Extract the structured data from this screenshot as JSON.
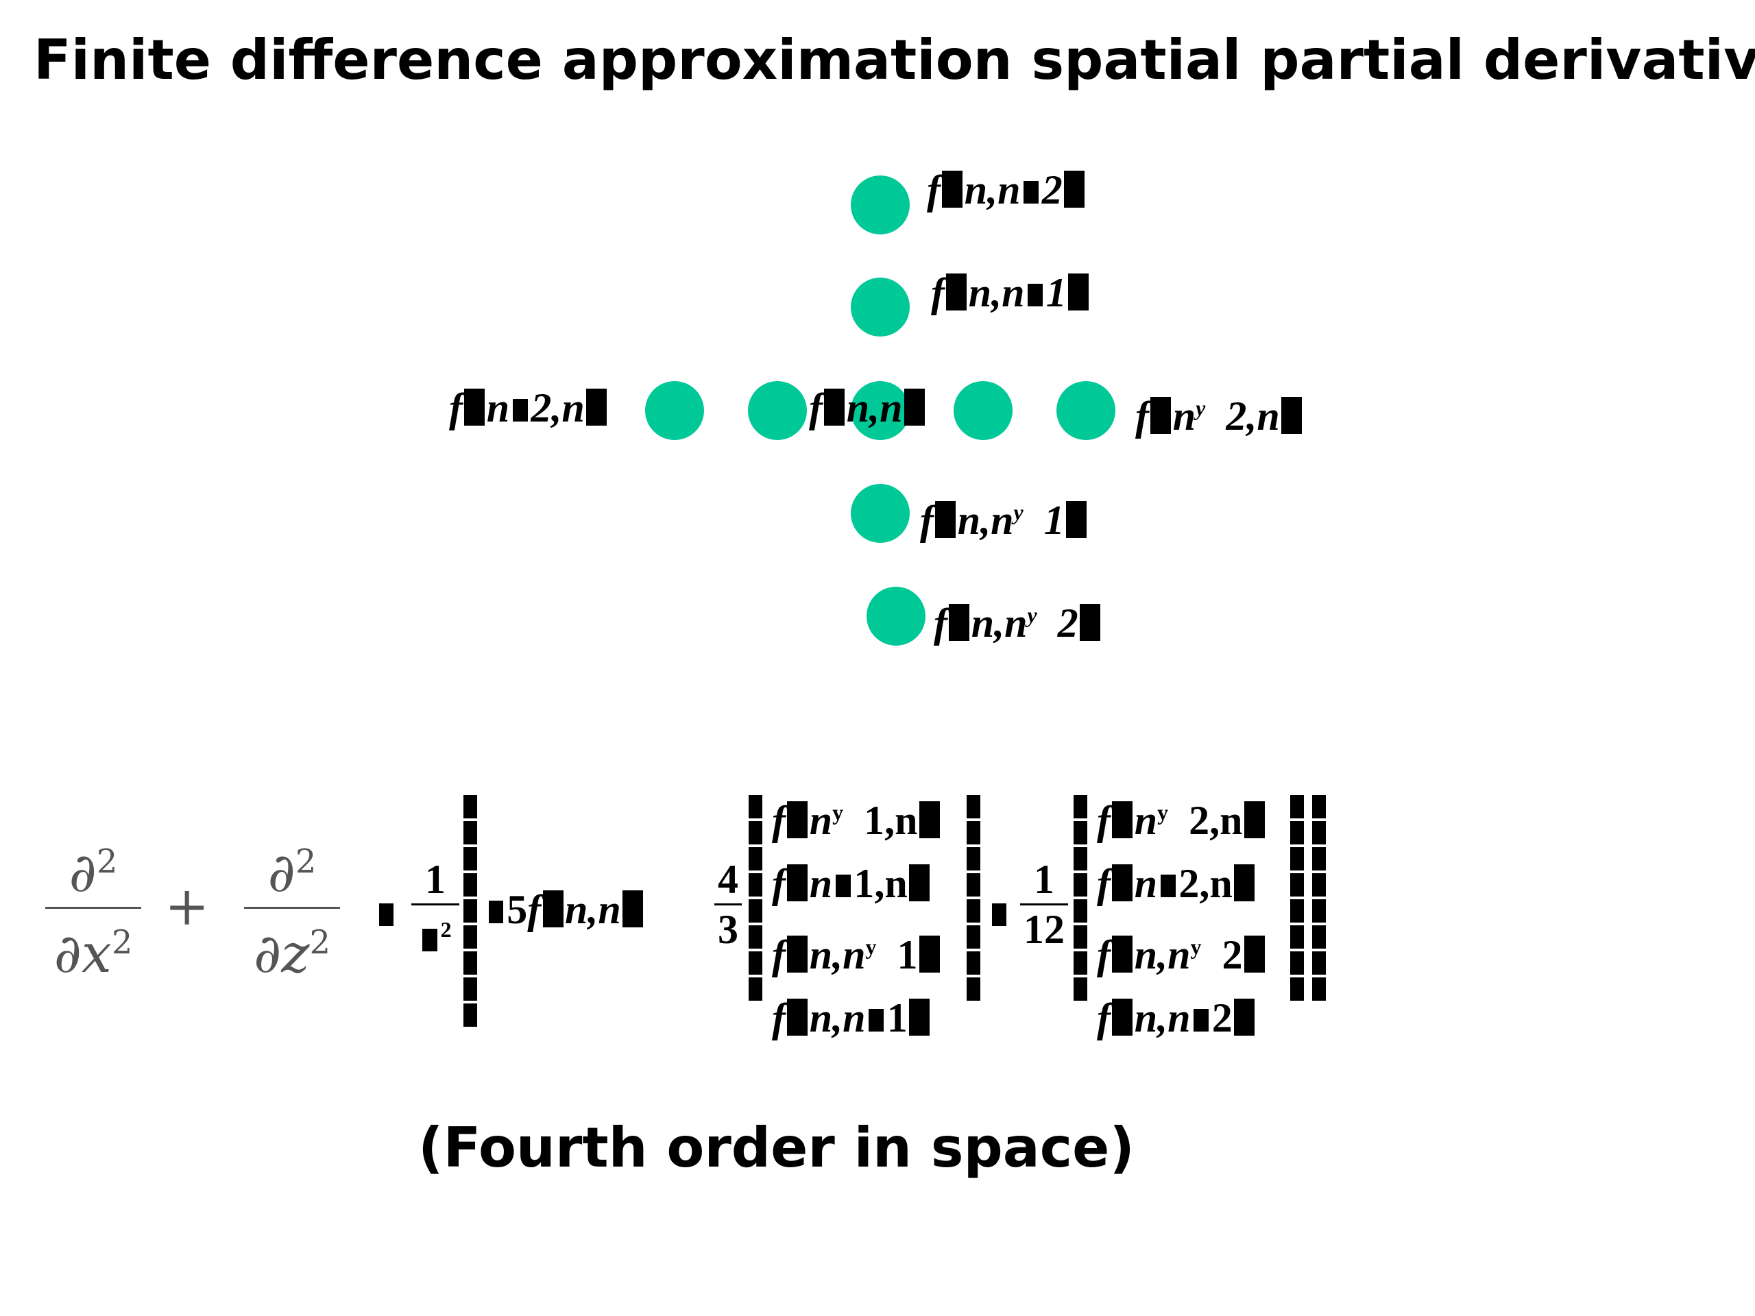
{
  "title": "Finite difference approximation spatial partial derivatives",
  "subtitle": "(Fourth order in space)",
  "accent_color": "#00c896",
  "stencil_labels": {
    "top2": {
      "pre": "f",
      "mid": "n,n",
      "post": "2"
    },
    "top1": {
      "pre": "f",
      "mid": "n,n",
      "post": "1"
    },
    "left2": {
      "pre": "f",
      "mid": "n",
      "post": "2,n"
    },
    "center": {
      "pre": "f",
      "mid": "n,n",
      "post": ""
    },
    "right2": {
      "pre": "f",
      "mid": "n",
      "sup": "y",
      "post": "2,n"
    },
    "bottom1": {
      "pre": "f",
      "mid": "n,n",
      "sup": "y",
      "post": "1"
    },
    "bottom2": {
      "pre": "f",
      "mid": "n,n",
      "sup": "y",
      "post": "2"
    }
  },
  "equation": {
    "d2": "∂",
    "exp2": "2",
    "dx2": "∂x",
    "dz2": "∂z",
    "plus": "+",
    "coef1_num": "1",
    "coef1_den_exp": "2",
    "five": "5",
    "f": "f",
    "nn": "n,n",
    "coef2_num": "4",
    "coef2_den": "3",
    "coef3_num": "1",
    "coef3_den": "12",
    "g1": {
      "r1": "n",
      "r1sup": "y",
      "r1post": "1,n",
      "r2": "n",
      "r2post": "1,n",
      "r3": "n,n",
      "r3sup": "y",
      "r3post": "1",
      "r4": "n,n",
      "r4post": "1"
    },
    "g2": {
      "r1": "n",
      "r1sup": "y",
      "r1post": "2,n",
      "r2": "n",
      "r2post": "2,n",
      "r3": "n,n",
      "r3sup": "y",
      "r3post": "2",
      "r4": "n,n",
      "r4post": "2"
    }
  }
}
